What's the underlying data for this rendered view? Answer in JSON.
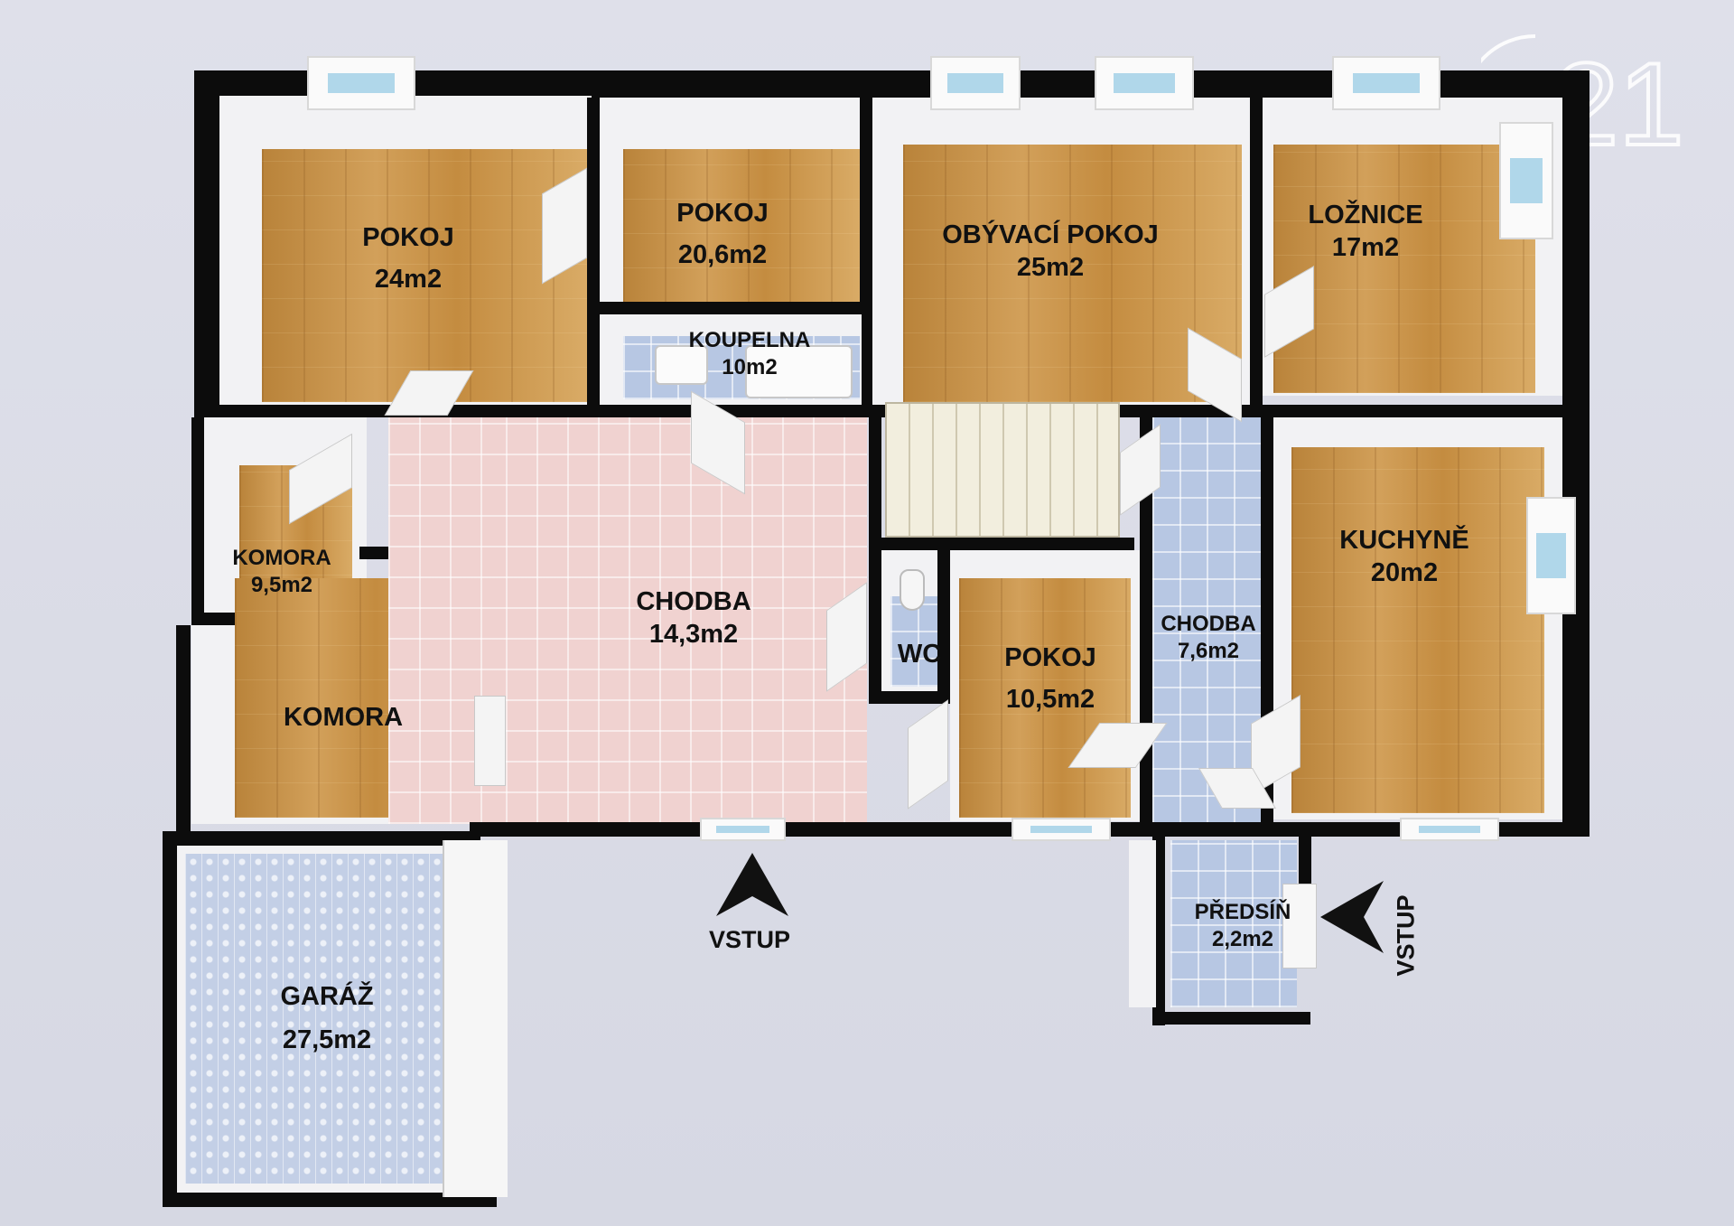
{
  "logo": {
    "text": "21"
  },
  "rooms": {
    "pokoj_24": {
      "name": "POKOJ",
      "area": "24m2"
    },
    "pokoj_20_6": {
      "name": "POKOJ",
      "area": "20,6m2"
    },
    "obyvaci_pokoj": {
      "name": "OBÝVACÍ POKOJ",
      "area": "25m2"
    },
    "loznice": {
      "name": "LOŽNICE",
      "area": "17m2"
    },
    "koupelna": {
      "name": "KOUPELNA",
      "area": "10m2"
    },
    "komora_9_5": {
      "name": "KOMORA",
      "area": "9,5m2"
    },
    "chodba_14_3": {
      "name": "CHODBA",
      "area": "14,3m2"
    },
    "wc": {
      "name": "WC"
    },
    "pokoj_10_5": {
      "name": "POKOJ",
      "area": "10,5m2"
    },
    "chodba_7_6": {
      "name": "CHODBA",
      "area": "7,6m2"
    },
    "kuchyne": {
      "name": "KUCHYNĚ",
      "area": "20m2"
    },
    "komora": {
      "name": "KOMORA"
    },
    "predsin": {
      "name": "PŘEDSÍŇ",
      "area": "2,2m2"
    },
    "garaz": {
      "name": "GARÁŽ",
      "area": "27,5m2"
    }
  },
  "entrances": {
    "main": {
      "label": "VSTUP",
      "icon": "arrow-up-icon"
    },
    "side": {
      "label": "VSTUP",
      "icon": "arrow-left-icon"
    }
  }
}
